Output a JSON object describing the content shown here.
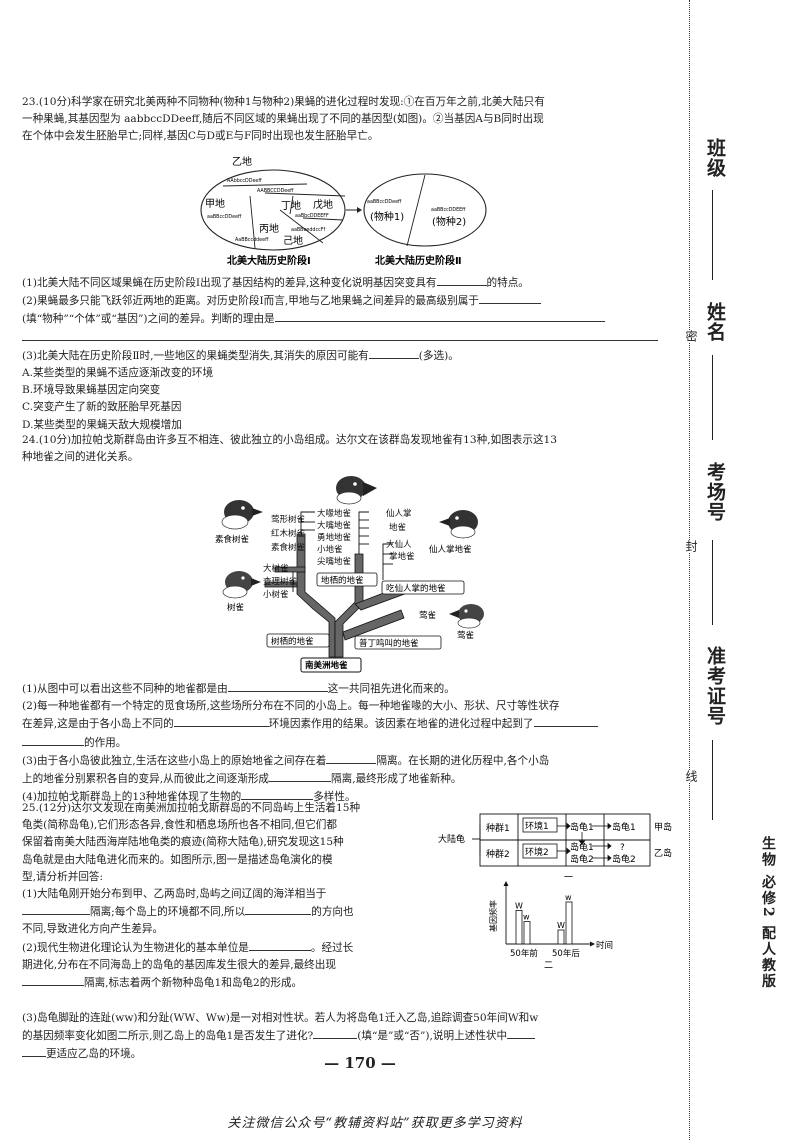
{
  "q23": {
    "intro": [
      "23.(10分)科学家在研究北美两种不同物种(物种1与物种2)果蝇的进化过程时发现:①在百万年之前,北美大陆只有",
      "一种果蝇,其基因型为 aabbccDDeeff,随后不同区域的果蝇出现了不同的基因型(如图)。②当基因A与B同时出现",
      "在个体中会发生胚胎早亡;同样,基因C与D或E与F同时出现也发生胚胎早亡。"
    ],
    "figure": {
      "stage1_label": "北美大陆历史阶段Ⅰ",
      "stage2_label": "北美大陆历史阶段Ⅱ",
      "regions": [
        "乙地",
        "甲地",
        "丁地",
        "戊地",
        "丙地",
        "己地"
      ],
      "genotypes1": [
        "AAbbccDDeeff",
        "AABBCCDDeeff",
        "aaBBccDDeeff",
        "aaBbcDDEEFF",
        "aaBBeeddccFf",
        "AaBBccddeeff"
      ],
      "species1": "(物种1)",
      "species2": "(物种2)",
      "geno_sp1": "aaBBccDDeeff",
      "geno_sp2": "aaBBccDDEEff"
    },
    "q1": {
      "pre": "(1)北美大陆不同区域果蝇在历史阶段Ⅰ出现了基因结构的差异,这种变化说明基因突变具有",
      "post": "的特点。"
    },
    "q2": {
      "l1": "(2)果蝇最多只能飞跃邻近两地的距离。对历史阶段Ⅰ而言,甲地与乙地果蝇之间差异的最高级别属于",
      "l2a": "(填“物种”“个体”或“基因”)之间的差异。判断的理由是"
    },
    "q3": {
      "pre": "(3)北美大陆在历史阶段Ⅱ时,一些地区的果蝇类型消失,其消失的原因可能有",
      "post": "(多选)。"
    },
    "options": [
      "A.某些类型的果蝇不适应逐渐改变的环境",
      "B.环境导致果蝇基因定向突变",
      "C.突变产生了新的致胚胎早死基因",
      "D.某些类型的果蝇天敌大规模增加"
    ]
  },
  "q24": {
    "intro": [
      "24.(10分)加拉帕戈斯群岛由许多互不相连、彼此独立的小岛组成。达尔文在该群岛发现地雀有13种,如图表示这13",
      "种地雀之间的进化关系。"
    ],
    "tree": {
      "root": "南美洲地雀",
      "tree_finch": "树栖的地雀",
      "ground_finch": "地栖的地雀",
      "cactus_finch": "吃仙人掌的地雀",
      "warbler": "普丁鸣叫的地雀",
      "group_a": [
        "莺形树雀",
        "红木树雀",
        "素食树雀"
      ],
      "group_b": [
        "大树雀",
        "查理树雀",
        "小树雀"
      ],
      "group_c": [
        "大喙地雀",
        "大嘴地雀",
        "勇地地雀",
        "小地雀",
        "尖嘴地雀"
      ],
      "group_d": [
        "仙人掌",
        "地雀",
        "大仙人",
        "掌地雀"
      ],
      "bird_labels": [
        "素食树雀",
        "树雀",
        "仙人掌地雀",
        "莺雀",
        "莺雀"
      ]
    },
    "q1": {
      "pre": "(1)从图中可以看出这些不同种的地雀都是由",
      "post": "这一共同祖先进化而来的。"
    },
    "q2": {
      "l1": "(2)每一种地雀都有一个特定的觅食场所,这些场所分布在不同的小岛上。每一种地雀喙的大小、形状、尺寸等性状存",
      "l2a": "在差异,这是由于各小岛上不同的",
      "l2b": "环境因素作用的结果。该因素在地雀的进化过程中起到了",
      "l3": "的作用。"
    },
    "q3": {
      "l1a": "(3)由于各小岛彼此独立,生活在这些小岛上的原始地雀之间存在着",
      "l1b": "隔离。在长期的进化历程中,各个小岛",
      "l2a": "上的地雀分别累积各自的变异,从而彼此之间逐渐形成",
      "l2b": "隔离,最终形成了地雀新种。"
    },
    "q4": {
      "pre": "(4)加拉帕戈斯群岛上的13种地雀体现了生物的",
      "post": "多样性。"
    }
  },
  "q25": {
    "intro": [
      "25.(12分)达尔文发现在南美洲加拉帕戈斯群岛的不同岛屿上生活着15种",
      "龟类(简称岛龟),它们形态各异,食性和栖息场所也各不相同,但它们都",
      "保留着南美大陆西海岸陆地龟类的痕迹(简称大陆龟),研究发现这15种",
      "岛龟就是由大陆龟进化而来的。如图所示,图一是描述岛龟演化的模",
      "型,请分析并回答:"
    ],
    "q1": {
      "l1": "(1)大陆龟刚开始分布到甲、乙两岛时,岛屿之间辽阔的海洋相当于",
      "l2a": "隔离;每个岛上的环境都不同,所以",
      "l2b": "的方向也",
      "l3": "不同,导致进化方向产生差异。"
    },
    "q2": {
      "l1a": "(2)现代生物进化理论认为生物进化的基本单位是",
      "l1b": "。经过长",
      "l2": "期进化,分布在不同海岛上的岛龟的基因库发生很大的差异,最终出现",
      "l3a": "",
      "l3b": "隔离,标志着两个新物种岛龟1和岛龟2的形成。"
    },
    "q3": {
      "l1": "(3)岛龟脚趾的连趾(ww)和分趾(WW、Ww)是一对相对性状。若人为将岛龟1迁入乙岛,追踪调查50年间W和w",
      "l2a": "的基因频率变化如图二所示,则乙岛上的岛龟1是否发生了进化?",
      "l2b": "(填“是”或“否”),说明上述性状中",
      "l3": "更适应乙岛的环境。"
    },
    "fig1": {
      "mainland": "大陆龟",
      "pop1": "种群1",
      "pop2": "种群2",
      "env1": "环境1",
      "env2": "环境2",
      "turtle1": "岛龟1",
      "turtle2": "岛龟2",
      "q": "?",
      "island_a": "甲岛",
      "island_b": "乙岛",
      "caption": "一"
    },
    "fig2": {
      "ylabel": "基因频率",
      "xlabel": "时间",
      "categories": [
        "50年前",
        "50年后"
      ],
      "bar_labels": [
        "W",
        "w"
      ],
      "caption": "二"
    }
  },
  "chart_data": {
    "type": "bar",
    "categories": [
      "50年前",
      "50年后"
    ],
    "series": [
      {
        "name": "W",
        "values": [
          0.6,
          0.25
        ]
      },
      {
        "name": "w",
        "values": [
          0.4,
          0.75
        ]
      }
    ],
    "ylabel": "基因频率",
    "xlabel": "时间"
  },
  "page_number": "— 170 —",
  "footer": "关注微信公众号“教辅资料站”获取更多学习资料",
  "sidebar": {
    "class": "班级",
    "name": "姓名",
    "room": "考场号",
    "id": "准考证号",
    "mark_mi": "密",
    "mark_feng": "封",
    "mark_xian": "线",
    "subject": "生物  必修2  配人教版"
  }
}
